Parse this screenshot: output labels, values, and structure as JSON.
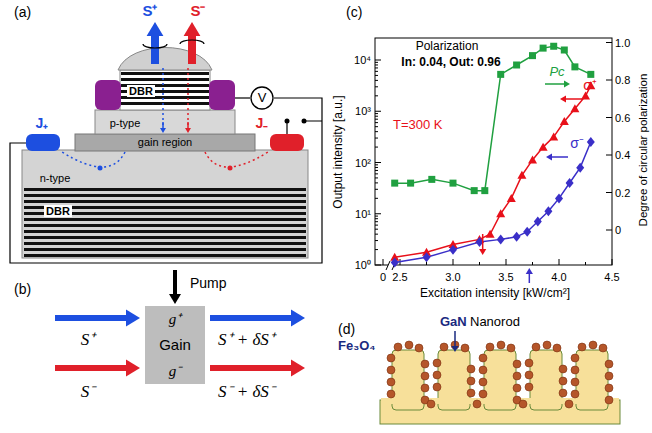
{
  "diagram": {
    "nodes": [
      {
        "text": [
          "DBR"
        ]
      },
      {
        "text": [
          "p-type"
        ]
      },
      {
        "text": [
          "gain region"
        ]
      },
      {
        "text": [
          "n-type"
        ]
      },
      {
        "text": [
          "DBR"
        ]
      },
      {
        "text": [
          "V"
        ]
      },
      {
        "text": [
          "g⁺",
          "Gain",
          "g⁻"
        ]
      }
    ],
    "labels": [
      "(a)",
      "S⁺",
      "S⁻",
      "J₊",
      "J₋",
      "(b)",
      "Pump",
      "S⁺",
      "S⁻",
      "S⁺ + δS⁺",
      "S⁻ + δS⁻",
      "(c)",
      "Polarization",
      "In: 0.04, Out: 0.96",
      "T=300 K",
      "Pc",
      "σ⁺",
      "σ⁻",
      "Output intensity [a.u.]",
      "Excitation intensity [kW/cm²]",
      "Degree of circular polarization",
      "10⁰",
      "10¹",
      "10²",
      "10³",
      "10⁴",
      "0",
      "2.5",
      "3.0",
      "3.5",
      "4.0",
      "4.5",
      "0",
      "0.2",
      "0.4",
      "0.6",
      "0.8",
      "1.0",
      "(d)",
      "Fe₃O₄",
      "GaN",
      "Nanorod"
    ]
  }
}
